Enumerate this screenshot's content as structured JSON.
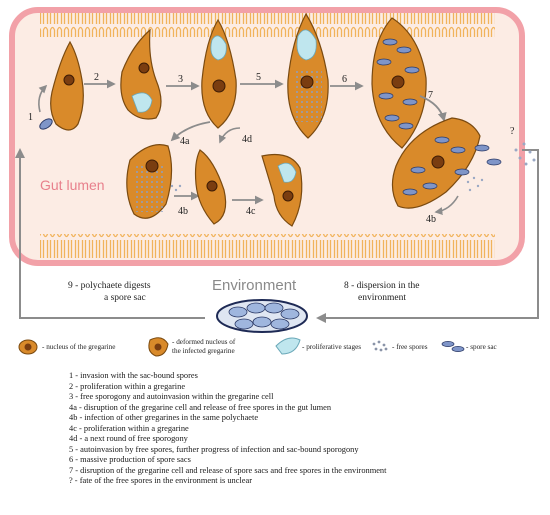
{
  "labels": {
    "gut_lumen": "Gut lumen",
    "environment": "Environment",
    "digest_line1": "9 - polychaete digests",
    "digest_line2": "a spore sac",
    "dispersion_line1": "8 - dispersion in the",
    "dispersion_line2": "environment",
    "unknown": "?"
  },
  "step_numbers": {
    "s1": "1",
    "s2": "2",
    "s3": "3",
    "s4a": "4a",
    "s4b": "4b",
    "s4c": "4c",
    "s4d": "4d",
    "s5": "5",
    "s6": "6",
    "s7": "7",
    "s4b_env": "4b"
  },
  "legend": {
    "nucleus_l1": "- nucleus of the gregarine",
    "deformed_l1": "- deformed nucleus of",
    "deformed_l2": "the infected gregarine",
    "proliferative": "- proliferative stages",
    "free_spores": "- free spores",
    "spore_sac": "- spore sac"
  },
  "notes": [
    "1 - invasion with the sac-bound spores",
    "2 - proliferation within a gregarine",
    "3 - free sporogony and autoinvasion within the gregarine cell",
    "4a - disruption of the gregarine cell and release of free spores in the gut lumen",
    "4b - infection of other gregarines in the same polychaete",
    "4c - proliferation within a gregarine",
    "4d - a next round of free sporogony",
    "5 - autoinvasion by free spores, further progress of infection and sac-bound sporogony",
    "6 - massive production of spore sacs",
    "7 - disruption of the gregarine cell and release of spore sacs and free spores in the environment",
    "? - fate of the free spores in the environment is unclear"
  ],
  "colors": {
    "gut_border": "#f2a1a8",
    "gut_fill": "#fcece4",
    "cell": "#d98a2a",
    "nucleus": "#7a3d10",
    "proliferative": "#bfe6ee",
    "spore_sac": "#7f95c8",
    "arrow": "#8c8c8c"
  }
}
